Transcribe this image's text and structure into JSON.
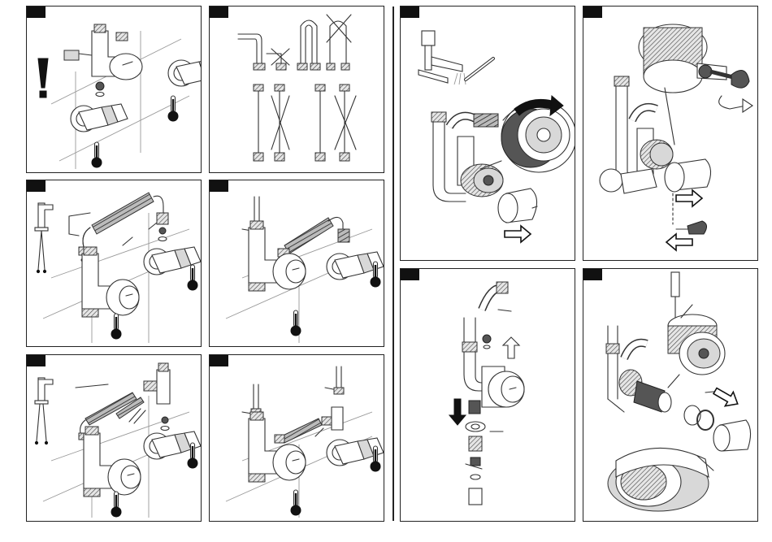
{
  "document": {
    "type": "installation-instruction-sheet",
    "panel_count": 10,
    "panels": [
      {
        "id": "p1",
        "content": "valve-check-warning",
        "tag": ""
      },
      {
        "id": "p2",
        "content": "pipe-options",
        "tag": ""
      },
      {
        "id": "p3",
        "content": "flexible-hose-connection",
        "tag": ""
      },
      {
        "id": "p4",
        "content": "flexible-hose-connection-alt",
        "tag": ""
      },
      {
        "id": "p5",
        "content": "double-hose-connection",
        "tag": ""
      },
      {
        "id": "p6",
        "content": "double-hose-connection-alt",
        "tag": ""
      },
      {
        "id": "p7",
        "content": "temperature-calibration",
        "tag": ""
      },
      {
        "id": "p8",
        "content": "cartridge-key-removal",
        "tag": ""
      },
      {
        "id": "p9",
        "content": "disassembly-sequence",
        "tag": ""
      },
      {
        "id": "p10",
        "content": "cartridge-replacement",
        "tag": ""
      }
    ],
    "colors": {
      "ink": "#222222",
      "paper": "#ffffff",
      "shade": "#d8d8d8"
    },
    "icons": [
      "exclamation-icon",
      "thermometer-icon",
      "arrow-icon",
      "faucet-icon",
      "key-icon",
      "screwdriver-icon"
    ]
  }
}
